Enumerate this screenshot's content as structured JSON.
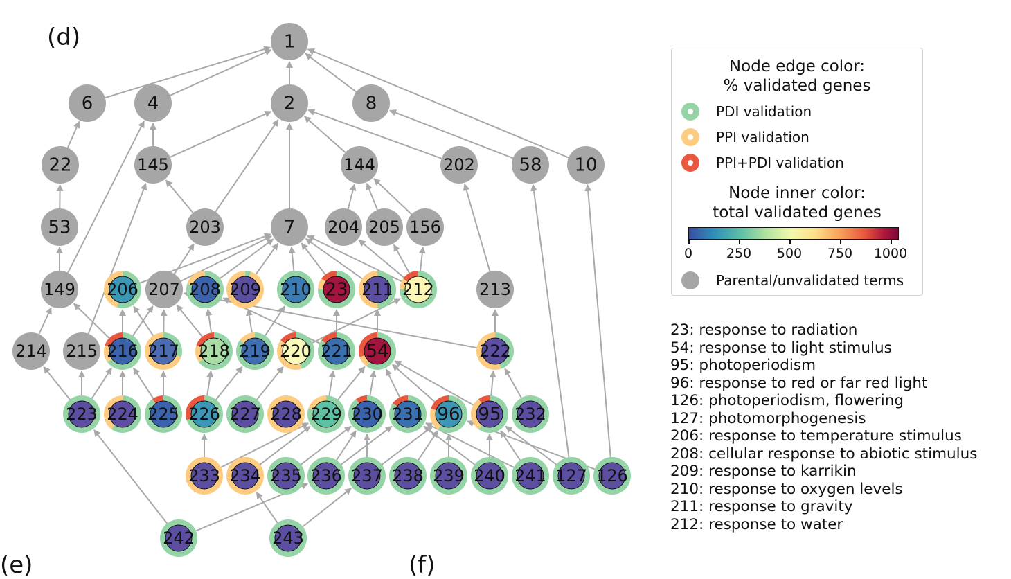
{
  "panel_labels": {
    "main": "(d)",
    "bottom_left": "(e)",
    "bottom_right": "(f)"
  },
  "legend": {
    "edge_title_line1": "Node edge color:",
    "edge_title_line2": "% validated genes",
    "edge_items": [
      {
        "label": "PDI validation",
        "color": "#95d4a6"
      },
      {
        "label": "PPI validation",
        "color": "#fdcc80"
      },
      {
        "label": "PPI+PDI validation",
        "color": "#e9573f"
      }
    ],
    "inner_title_line1": "Node inner color:",
    "inner_title_line2": "total validated genes",
    "colorbar_ticks": [
      "0",
      "250",
      "500",
      "750",
      "1000"
    ],
    "parental_label": "Parental/unvalidated terms",
    "parental_color": "#a6a6a6"
  },
  "definitions": [
    "23: response to radiation",
    "54: response to light stimulus",
    "95: photoperiodism",
    "96: response to red or far red light",
    "126: photoperiodism, flowering",
    "127: photomorphogenesis",
    "206: response to temperature stimulus",
    "208: cellular response to abiotic stimulus",
    "209: response to karrikin",
    "210: response to oxygen levels",
    "211: response to gravity",
    "212: response to water"
  ],
  "graph": {
    "colors": {
      "pdi": "#95d4a6",
      "ppi": "#fdcc80",
      "both": "#e9573f",
      "gray": "#a6a6a6",
      "edge": "#a9a9a9"
    },
    "nodes": [
      {
        "id": "1",
        "type": "gray"
      },
      {
        "id": "6",
        "type": "gray"
      },
      {
        "id": "4",
        "type": "gray"
      },
      {
        "id": "2",
        "type": "gray"
      },
      {
        "id": "8",
        "type": "gray"
      },
      {
        "id": "22",
        "type": "gray"
      },
      {
        "id": "145",
        "type": "gray"
      },
      {
        "id": "144",
        "type": "gray"
      },
      {
        "id": "202",
        "type": "gray"
      },
      {
        "id": "58",
        "type": "gray"
      },
      {
        "id": "10",
        "type": "gray"
      },
      {
        "id": "53",
        "type": "gray"
      },
      {
        "id": "203",
        "type": "gray"
      },
      {
        "id": "7",
        "type": "gray"
      },
      {
        "id": "204",
        "type": "gray"
      },
      {
        "id": "205",
        "type": "gray"
      },
      {
        "id": "156",
        "type": "gray"
      },
      {
        "id": "149",
        "type": "gray"
      },
      {
        "id": "207",
        "type": "gray"
      },
      {
        "id": "213",
        "type": "gray"
      },
      {
        "id": "214",
        "type": "gray"
      },
      {
        "id": "215",
        "type": "gray"
      },
      {
        "id": "206",
        "inner": "#3b97b5",
        "ring": [
          0.55,
          0.45,
          0
        ]
      },
      {
        "id": "208",
        "inner": "#3a62ad",
        "ring": [
          0.8,
          0.2,
          0
        ]
      },
      {
        "id": "209",
        "inner": "#5c4ea0",
        "ring": [
          0.05,
          0.95,
          0
        ]
      },
      {
        "id": "210",
        "inner": "#3a7cb3",
        "ring": [
          1,
          0,
          0
        ]
      },
      {
        "id": "23",
        "inner": "#a3153f",
        "ring": [
          0.75,
          0.1,
          0.15
        ]
      },
      {
        "id": "211",
        "inner": "#5c4ea0",
        "ring": [
          0.5,
          0.5,
          0
        ]
      },
      {
        "id": "212",
        "inner": "#fbf6b6",
        "ring": [
          0.75,
          0.1,
          0.15
        ]
      },
      {
        "id": "216",
        "inner": "#3a62ad",
        "ring": [
          0.65,
          0.15,
          0.2
        ]
      },
      {
        "id": "217",
        "inner": "#4d6bb1",
        "ring": [
          0.3,
          0.7,
          0
        ]
      },
      {
        "id": "218",
        "inner": "#a9dda5",
        "ring": [
          0.65,
          0.15,
          0.2
        ]
      },
      {
        "id": "219",
        "inner": "#3f6fb0",
        "ring": [
          0.85,
          0.15,
          0
        ]
      },
      {
        "id": "220",
        "inner": "#f8fab9",
        "ring": [
          0.45,
          0.4,
          0.15
        ]
      },
      {
        "id": "221",
        "inner": "#3a6fb0",
        "ring": [
          0.85,
          0,
          0.15
        ]
      },
      {
        "id": "54",
        "inner": "#a3153f",
        "ring": [
          0.6,
          0.1,
          0.3
        ]
      },
      {
        "id": "222",
        "inner": "#5c4ea0",
        "ring": [
          0.45,
          0.55,
          0
        ]
      },
      {
        "id": "223",
        "inner": "#5c4ea0",
        "ring": [
          1,
          0,
          0
        ]
      },
      {
        "id": "224",
        "inner": "#5c4ea0",
        "ring": [
          0.6,
          0.4,
          0
        ]
      },
      {
        "id": "225",
        "inner": "#3a62ad",
        "ring": [
          0.9,
          0,
          0.1
        ]
      },
      {
        "id": "226",
        "inner": "#3b97b5",
        "ring": [
          0.7,
          0,
          0.3
        ]
      },
      {
        "id": "227",
        "inner": "#5c4ea0",
        "ring": [
          1,
          0,
          0
        ]
      },
      {
        "id": "228",
        "inner": "#5c4ea0",
        "ring": [
          0,
          1,
          0
        ]
      },
      {
        "id": "229",
        "inner": "#5fc1a4",
        "ring": [
          0.8,
          0.2,
          0
        ]
      },
      {
        "id": "230",
        "inner": "#3a62ad",
        "ring": [
          0.9,
          0,
          0.1
        ]
      },
      {
        "id": "231",
        "inner": "#3a6fb0",
        "ring": [
          0.85,
          0,
          0.15
        ]
      },
      {
        "id": "96",
        "inner": "#3b97b5",
        "ring": [
          0.6,
          0.2,
          0.2
        ]
      },
      {
        "id": "95",
        "inner": "#5c4ea0",
        "ring": [
          0.6,
          0.3,
          0.1
        ]
      },
      {
        "id": "232",
        "inner": "#5c4ea0",
        "ring": [
          1,
          0,
          0
        ]
      },
      {
        "id": "233",
        "inner": "#5c4ea0",
        "ring": [
          0,
          1,
          0
        ]
      },
      {
        "id": "234",
        "inner": "#5c4ea0",
        "ring": [
          0,
          1,
          0
        ]
      },
      {
        "id": "235",
        "inner": "#5c4ea0",
        "ring": [
          1,
          0,
          0
        ]
      },
      {
        "id": "236",
        "inner": "#5c4ea0",
        "ring": [
          1,
          0,
          0
        ]
      },
      {
        "id": "237",
        "inner": "#5c4ea0",
        "ring": [
          1,
          0,
          0
        ]
      },
      {
        "id": "238",
        "inner": "#5c4ea0",
        "ring": [
          1,
          0,
          0
        ]
      },
      {
        "id": "239",
        "inner": "#5c4ea0",
        "ring": [
          1,
          0,
          0
        ]
      },
      {
        "id": "240",
        "inner": "#5c4ea0",
        "ring": [
          1,
          0,
          0
        ]
      },
      {
        "id": "241",
        "inner": "#5c4ea0",
        "ring": [
          1,
          0,
          0
        ]
      },
      {
        "id": "127",
        "inner": "#5c4ea0",
        "ring": [
          1,
          0,
          0
        ]
      },
      {
        "id": "126",
        "inner": "#5c4ea0",
        "ring": [
          1,
          0,
          0
        ]
      },
      {
        "id": "242",
        "inner": "#5c4ea0",
        "ring": [
          1,
          0,
          0
        ]
      },
      {
        "id": "243",
        "inner": "#5c4ea0",
        "ring": [
          1,
          0,
          0
        ]
      }
    ],
    "edges": [
      [
        "6",
        "1"
      ],
      [
        "4",
        "1"
      ],
      [
        "2",
        "1"
      ],
      [
        "8",
        "1"
      ],
      [
        "10",
        "1"
      ],
      [
        "22",
        "6"
      ],
      [
        "145",
        "4"
      ],
      [
        "149",
        "4"
      ],
      [
        "145",
        "2"
      ],
      [
        "203",
        "2"
      ],
      [
        "7",
        "2"
      ],
      [
        "144",
        "2"
      ],
      [
        "202",
        "2"
      ],
      [
        "58",
        "8"
      ],
      [
        "53",
        "22"
      ],
      [
        "203",
        "145"
      ],
      [
        "215",
        "145"
      ],
      [
        "204",
        "144"
      ],
      [
        "205",
        "144"
      ],
      [
        "156",
        "144"
      ],
      [
        "213",
        "202"
      ],
      [
        "127",
        "58"
      ],
      [
        "126",
        "10"
      ],
      [
        "149",
        "53"
      ],
      [
        "207",
        "203"
      ],
      [
        "206",
        "7"
      ],
      [
        "207",
        "7"
      ],
      [
        "208",
        "7"
      ],
      [
        "209",
        "7"
      ],
      [
        "210",
        "7"
      ],
      [
        "23",
        "7"
      ],
      [
        "211",
        "7"
      ],
      [
        "212",
        "7"
      ],
      [
        "212",
        "204"
      ],
      [
        "212",
        "205"
      ],
      [
        "212",
        "156"
      ],
      [
        "214",
        "149"
      ],
      [
        "216",
        "149"
      ],
      [
        "216",
        "206"
      ],
      [
        "217",
        "206"
      ],
      [
        "216",
        "207"
      ],
      [
        "217",
        "207"
      ],
      [
        "218",
        "207"
      ],
      [
        "222",
        "207"
      ],
      [
        "218",
        "208"
      ],
      [
        "221",
        "208"
      ],
      [
        "219",
        "209"
      ],
      [
        "219",
        "210"
      ],
      [
        "221",
        "23"
      ],
      [
        "54",
        "211"
      ],
      [
        "220",
        "212"
      ],
      [
        "222",
        "213"
      ],
      [
        "223",
        "214"
      ],
      [
        "223",
        "215"
      ],
      [
        "223",
        "216"
      ],
      [
        "224",
        "216"
      ],
      [
        "225",
        "217"
      ],
      [
        "225",
        "216"
      ],
      [
        "226",
        "218"
      ],
      [
        "226",
        "219"
      ],
      [
        "227",
        "220"
      ],
      [
        "229",
        "221"
      ],
      [
        "230",
        "54"
      ],
      [
        "231",
        "54"
      ],
      [
        "95",
        "54"
      ],
      [
        "96",
        "54"
      ],
      [
        "229",
        "54"
      ],
      [
        "232",
        "222"
      ],
      [
        "95",
        "222"
      ],
      [
        "233",
        "226"
      ],
      [
        "233",
        "229"
      ],
      [
        "234",
        "229"
      ],
      [
        "235",
        "230"
      ],
      [
        "236",
        "230"
      ],
      [
        "236",
        "231"
      ],
      [
        "237",
        "230"
      ],
      [
        "237",
        "96"
      ],
      [
        "238",
        "96"
      ],
      [
        "239",
        "96"
      ],
      [
        "240",
        "95"
      ],
      [
        "241",
        "95"
      ],
      [
        "127",
        "95"
      ],
      [
        "126",
        "96"
      ],
      [
        "240",
        "231"
      ],
      [
        "241",
        "231"
      ],
      [
        "242",
        "223"
      ],
      [
        "242",
        "236"
      ],
      [
        "243",
        "234"
      ],
      [
        "243",
        "237"
      ]
    ]
  }
}
